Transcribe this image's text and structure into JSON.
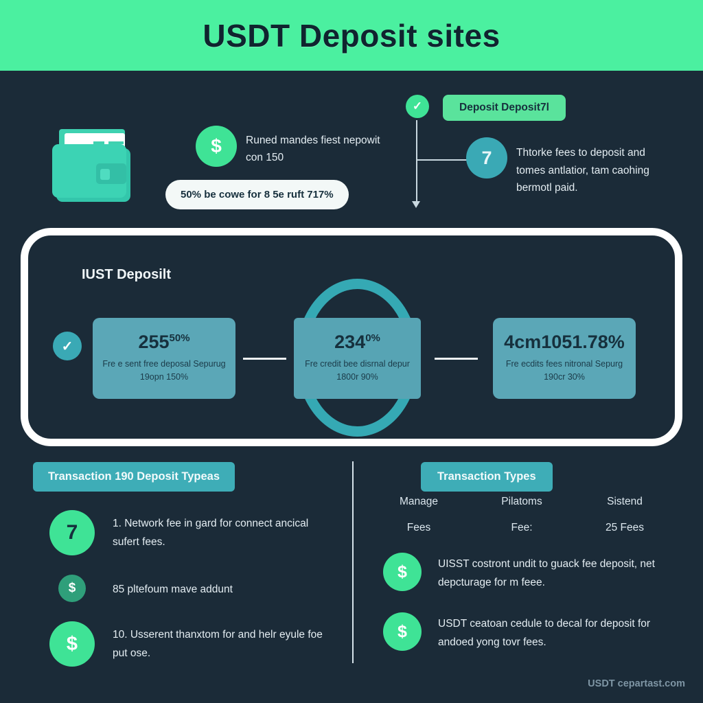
{
  "header": {
    "title": "USDT Deposit sites",
    "bg_color": "#4bf0a0",
    "text_color": "#10242f"
  },
  "theme": {
    "background": "#1b2b38",
    "accent_green": "#3fe396",
    "accent_teal": "#3aa9b5",
    "panel_border": "#ffffff",
    "card_fill": "#5ba7b7",
    "text": "#e4edf2"
  },
  "top_left": {
    "wallet_icon": "wallet-icon",
    "coin_icon": "dollar-coin-icon",
    "note_text": "Runed mandes fiest nepowit con 150",
    "pill_label": "50% be cowe for 8 5e ruft 717%"
  },
  "top_right": {
    "check_icon": "check-circle-icon",
    "pill_label": "Deposit Deposit7l",
    "badge_value": "7",
    "body_text": "Thtorke fees to deposit and tomes antlatior, tam caohing bermotl paid."
  },
  "panel": {
    "title": "IUST Deposilt",
    "check_icon": "check-circle-icon",
    "stats": [
      {
        "value": "255",
        "sup": "50%",
        "sub": "Fre e sent free deposal Sepurug 19opn 150%"
      },
      {
        "value": "234",
        "sup": "0%",
        "sub": "Fre credit bee disrnal depur 1800r 90%"
      },
      {
        "value": "4cm1051.78%",
        "sup": "",
        "sub": "Fre ecdits fees nitronal Sepurg 190cr 30%"
      }
    ]
  },
  "bottom_left": {
    "pill_label": "Transaction 190 Deposit Typeas",
    "items": [
      {
        "icon": "number-badge-7-icon",
        "badge": "7",
        "text": "1. Network fee in gard for connect ancical sufert fees."
      },
      {
        "icon": "dollar-coin-icon",
        "badge": "$",
        "text": "85 pltefoum mave addunt"
      },
      {
        "icon": "dollar-coin-icon",
        "badge": "$",
        "text": "10. Usserent thanxtom for and helr eyule foe put ose."
      }
    ]
  },
  "bottom_right": {
    "pill_label": "Transaction Types",
    "columns": [
      {
        "head": "Manage",
        "sub": "Fees"
      },
      {
        "head": "Pilatoms",
        "sub": "Fee:"
      },
      {
        "head": "Sistend",
        "sub": "25 Fees"
      }
    ],
    "items": [
      {
        "icon": "dollar-coin-icon",
        "badge": "$",
        "text": "UISST costront undit to guack fee deposit, net depcturage for m feee."
      },
      {
        "icon": "dollar-coin-icon",
        "badge": "$",
        "text": "USDT ceatoan cedule to decal for deposit for andoed yong tovr fees."
      }
    ]
  },
  "footer": {
    "text": "USDT cepartast.com"
  }
}
